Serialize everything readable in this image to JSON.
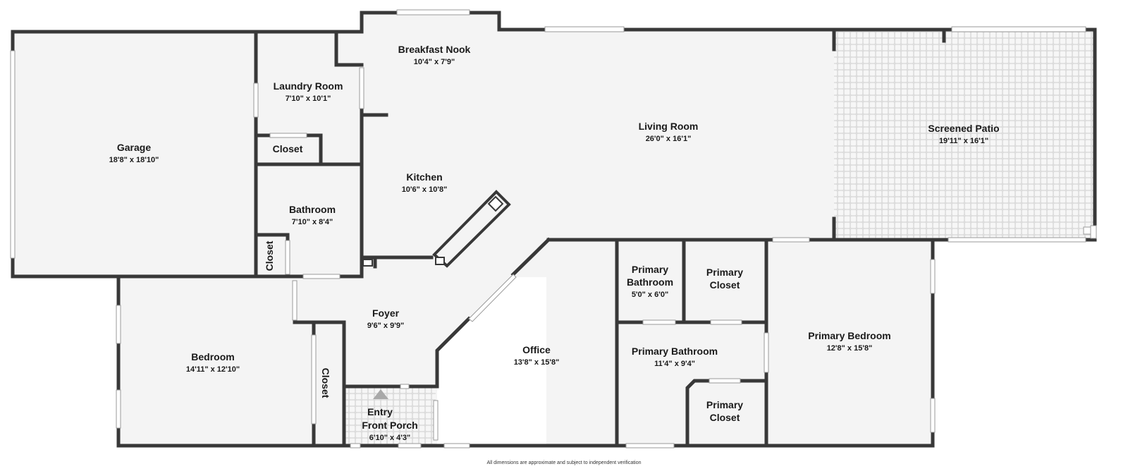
{
  "rooms": {
    "garage": {
      "name": "Garage",
      "dims": "18'8\" x 18'10\""
    },
    "laundry": {
      "name": "Laundry Room",
      "dims": "7'10\" x 10'1\""
    },
    "closet_laundry": {
      "name": "Closet"
    },
    "bathroom": {
      "name": "Bathroom",
      "dims": "7'10\" x 8'4\""
    },
    "closet_bath": {
      "name": "Closet"
    },
    "breakfast": {
      "name": "Breakfast Nook",
      "dims": "10'4\" x 7'9\""
    },
    "kitchen": {
      "name": "Kitchen",
      "dims": "10'6\" x 10'8\""
    },
    "living": {
      "name": "Living Room",
      "dims": "26'0\" x 16'1\""
    },
    "patio": {
      "name": "Screened Patio",
      "dims": "19'11\" x 16'1\""
    },
    "foyer": {
      "name": "Foyer",
      "dims": "9'6\" x 9'9\""
    },
    "bedroom": {
      "name": "Bedroom",
      "dims": "14'11\" x 12'10\""
    },
    "closet_bedroom": {
      "name": "Closet"
    },
    "entry": {
      "name": "Entry",
      "name2": "Front Porch",
      "dims": "6'10\" x 4'3\""
    },
    "office": {
      "name": "Office",
      "dims": "13'8\" x 15'8\""
    },
    "primary_bath_small": {
      "name": "Primary",
      "name2": "Bathroom",
      "dims": "5'0\" x 6'0\""
    },
    "primary_closet_top": {
      "name": "Primary",
      "name2": "Closet"
    },
    "primary_bath": {
      "name": "Primary Bathroom",
      "dims": "11'4\" x 9'4\""
    },
    "primary_closet_bottom": {
      "name": "Primary",
      "name2": "Closet"
    },
    "primary_bedroom": {
      "name": "Primary Bedroom",
      "dims": "12'8\" x 15'8\""
    }
  },
  "disclaimer": "All dimensions are approximate and subject to independent verification",
  "colors": {
    "wall": "#383838",
    "floor": "#f4f4f4",
    "window": "#ffffff"
  }
}
